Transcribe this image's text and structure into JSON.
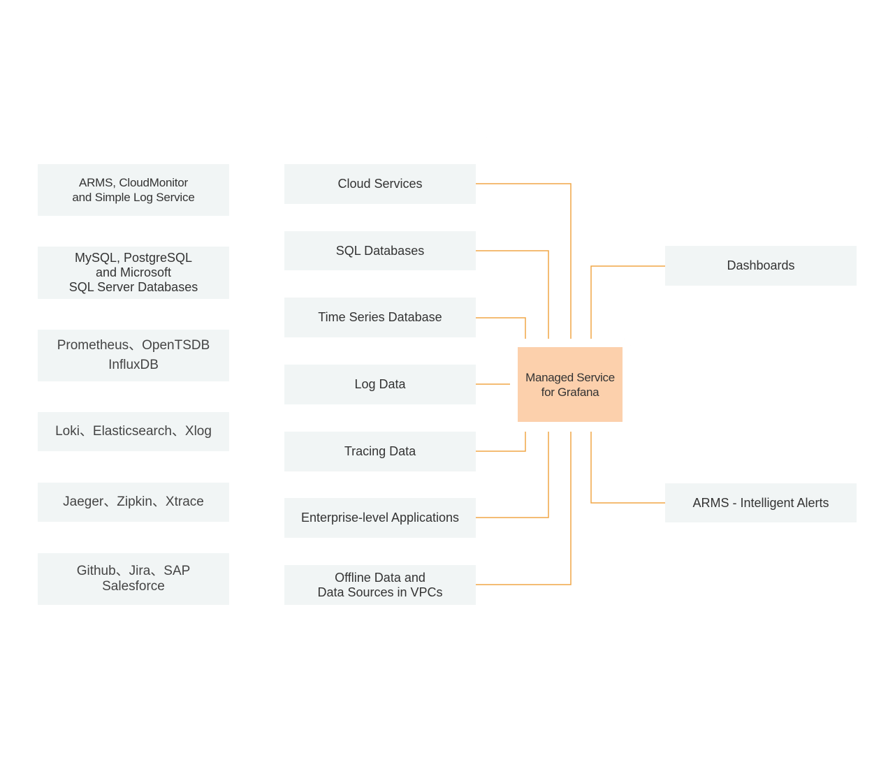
{
  "sources": [
    {
      "id": "arms",
      "label": "ARMS, CloudMonitor\nand Simple Log Service"
    },
    {
      "id": "mysql",
      "label": "MySQL, PostgreSQL\nand Microsoft\nSQL Server Databases"
    },
    {
      "id": "prometheus",
      "label": "Prometheus、OpenTSDB\nInfluxDB"
    },
    {
      "id": "loki",
      "label": "Loki、Elasticsearch、Xlog"
    },
    {
      "id": "jaeger",
      "label": "Jaeger、Zipkin、Xtrace"
    },
    {
      "id": "github",
      "label": "Github、Jira、SAP\nSalesforce"
    }
  ],
  "categories": [
    {
      "id": "cloud-services",
      "label": "Cloud Services"
    },
    {
      "id": "sql-databases",
      "label": "SQL Databases"
    },
    {
      "id": "time-series-database",
      "label": "Time Series Database"
    },
    {
      "id": "log-data",
      "label": "Log Data"
    },
    {
      "id": "tracing-data",
      "label": "Tracing Data"
    },
    {
      "id": "enterprise-apps",
      "label": "Enterprise-level Applications"
    },
    {
      "id": "offline-data",
      "label": "Offline Data and\nData Sources in VPCs"
    }
  ],
  "hub": {
    "label": "Managed Service\nfor Grafana"
  },
  "outputs": [
    {
      "id": "dashboards",
      "label": "Dashboards"
    },
    {
      "id": "intelligent-alerts",
      "label": "ARMS - Intelligent Alerts"
    }
  ],
  "colors": {
    "connector": "#f0a646",
    "hub_fill": "#fcd0ac",
    "box_fill": "#f1f5f5",
    "text": "#333333"
  }
}
